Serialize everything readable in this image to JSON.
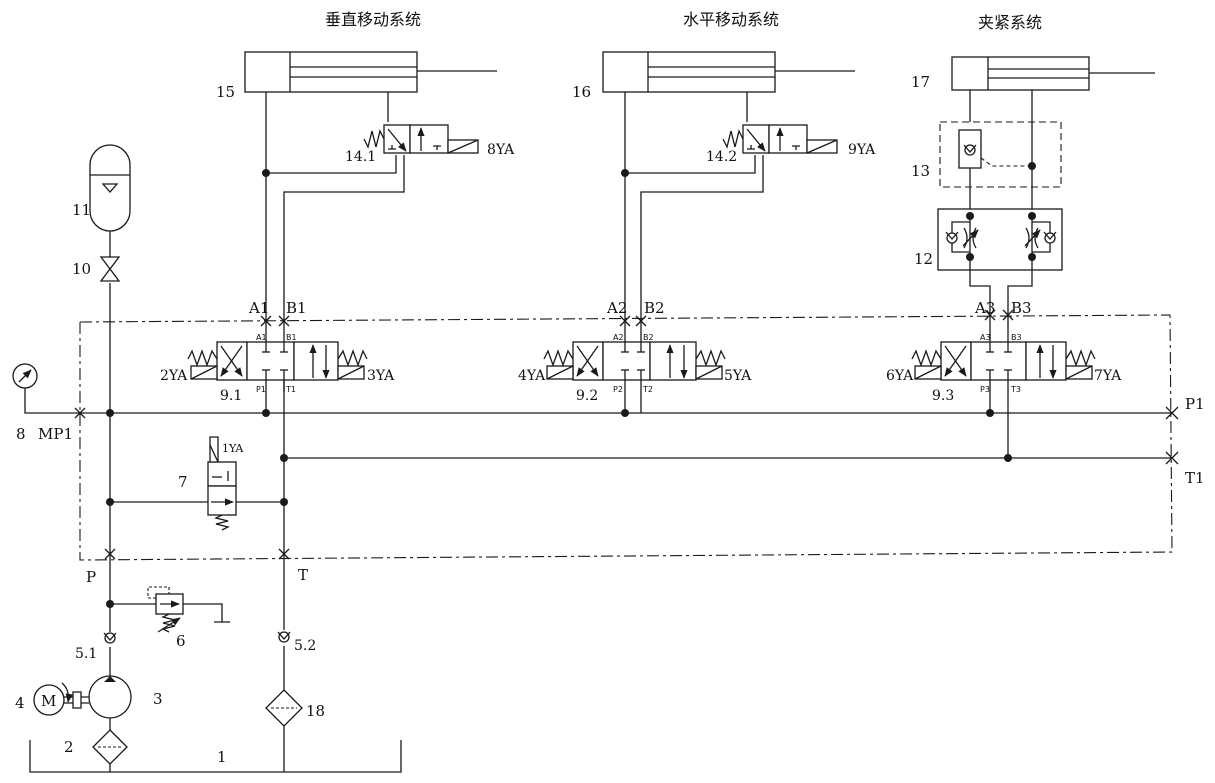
{
  "titles": {
    "vertical": "垂直移动系统",
    "horizontal": "水平移动系统",
    "clamp": "夹紧系统"
  },
  "components": {
    "tank": "1",
    "filter_suction": "2",
    "pump": "3",
    "motor": "4",
    "motor_symbol": "M",
    "check_p": "5.1",
    "check_t": "5.2",
    "relief": "6",
    "dump_valve": "7",
    "gauge": "8",
    "valve_1": "9.1",
    "valve_2": "9.2",
    "valve_3": "9.3",
    "shutoff": "10",
    "accumulator": "11",
    "throttle_block": "12",
    "pressure_relay": "13",
    "valve_14_1": "14.1",
    "valve_14_2": "14.2",
    "cyl_15": "15",
    "cyl_16": "16",
    "cyl_17": "17",
    "filter_return": "18"
  },
  "ports": {
    "a1": "A1",
    "b1": "B1",
    "a2": "A2",
    "b2": "B2",
    "a3": "A3",
    "b3": "B3",
    "p1": "P1",
    "t1": "T1",
    "mp1": "MP1",
    "p": "P",
    "t": "T"
  },
  "valve_ports": {
    "v1": {
      "a": "A1",
      "b": "B1",
      "p": "P1",
      "t": "T1"
    },
    "v2": {
      "a": "A2",
      "b": "B2",
      "p": "P2",
      "t": "T2"
    },
    "v3": {
      "a": "A3",
      "b": "B3",
      "p": "P3",
      "t": "T3"
    }
  },
  "solenoids": {
    "s1": "1YA",
    "s2": "2YA",
    "s3": "3YA",
    "s4": "4YA",
    "s5": "5YA",
    "s6": "6YA",
    "s7": "7YA",
    "s8": "8YA",
    "s9": "9YA"
  }
}
